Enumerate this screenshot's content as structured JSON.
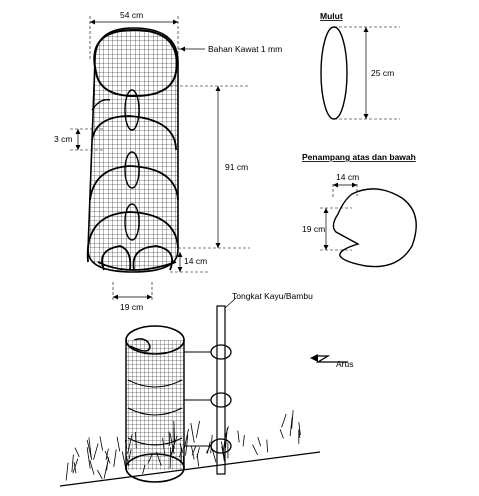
{
  "labels": {
    "width_54": "54 cm",
    "wire_material": "Bahan Kawat 1 mm",
    "height_91": "91 cm",
    "spacing_3": "3 cm",
    "gap_14_main": "14 cm",
    "width_19_main": "19 cm",
    "mouth_title": "Mulut",
    "mouth_height": "25 cm",
    "section_title": "Penampang atas dan bawah",
    "section_14": "14 cm",
    "section_19": "19 cm",
    "stake": "Tongkat Kayu/Bambu",
    "current": "Arus"
  },
  "colors": {
    "line": "#000000",
    "background": "#ffffff"
  }
}
